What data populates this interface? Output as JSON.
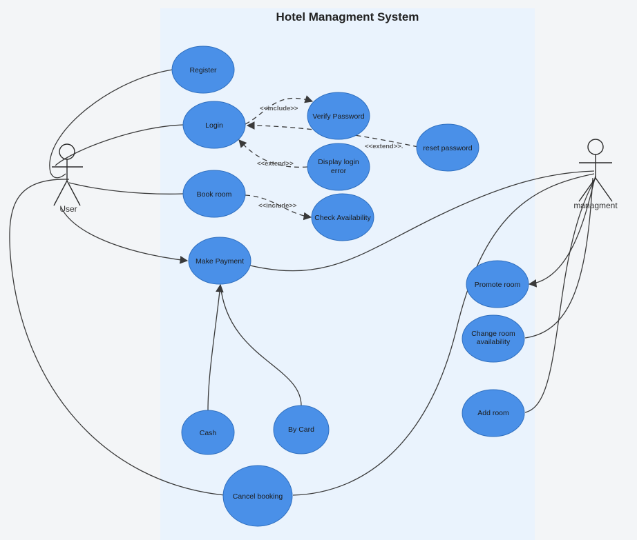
{
  "title": "Hotel Managment System",
  "actors": {
    "user": "User",
    "management": "managment"
  },
  "use_cases": {
    "register": "Register",
    "login": "Login",
    "verify_password": "Verify Password",
    "reset_password": "reset password",
    "display_login_error": [
      "Display login",
      "error"
    ],
    "book_room": "Book room",
    "check_availability": "Check Availability",
    "make_payment": "Make Payment",
    "promote_room": "Promote room",
    "change_room_availability": [
      "Change room",
      "availability"
    ],
    "add_room": "Add room",
    "cash": "Cash",
    "by_card": "By Card",
    "cancel_booking": "Cancel booking"
  },
  "relations": {
    "include_1": "<<include>>",
    "include_2": "<<include>>",
    "extend_1": "<<extend>>.",
    "extend_2": "<<extend>>"
  },
  "colors": {
    "background": "#f3f5f7",
    "system_boundary": "#eaf3fd",
    "use_case_fill": "#4a90e8",
    "use_case_stroke": "#2f6fbf",
    "line": "#3a3a3a"
  }
}
